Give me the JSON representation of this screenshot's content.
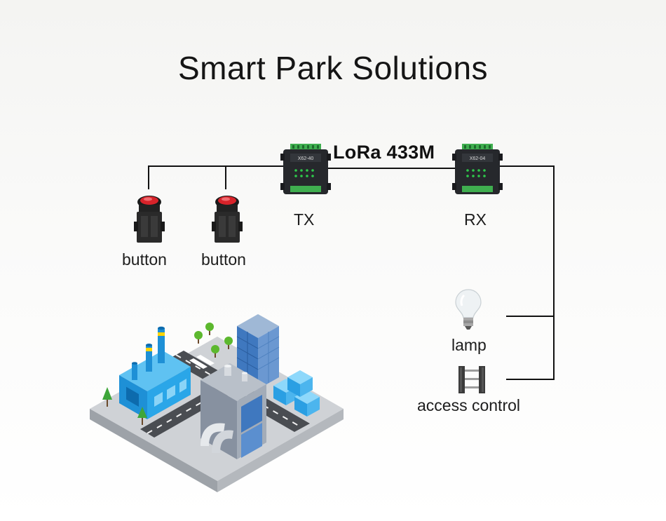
{
  "title": "Smart Park Solutions",
  "link": {
    "label": "LoRa 433M"
  },
  "devices": {
    "tx": {
      "label": "TX",
      "model": "X62-40"
    },
    "rx": {
      "label": "RX",
      "model": "X62-04"
    }
  },
  "inputs": [
    {
      "label": "button",
      "icon": "emergency-push-button-icon"
    },
    {
      "label": "button",
      "icon": "emergency-push-button-icon"
    }
  ],
  "outputs": [
    {
      "label": "lamp",
      "icon": "light-bulb-icon"
    },
    {
      "label": "access control",
      "icon": "access-gate-icon"
    }
  ],
  "colors": {
    "wire": "#111111",
    "device": "#26282c",
    "terminal": "#3fae4f",
    "led": "#2ec94a",
    "button_red": "#d8232a"
  },
  "illustration": "isometric-smart-park-illustration"
}
